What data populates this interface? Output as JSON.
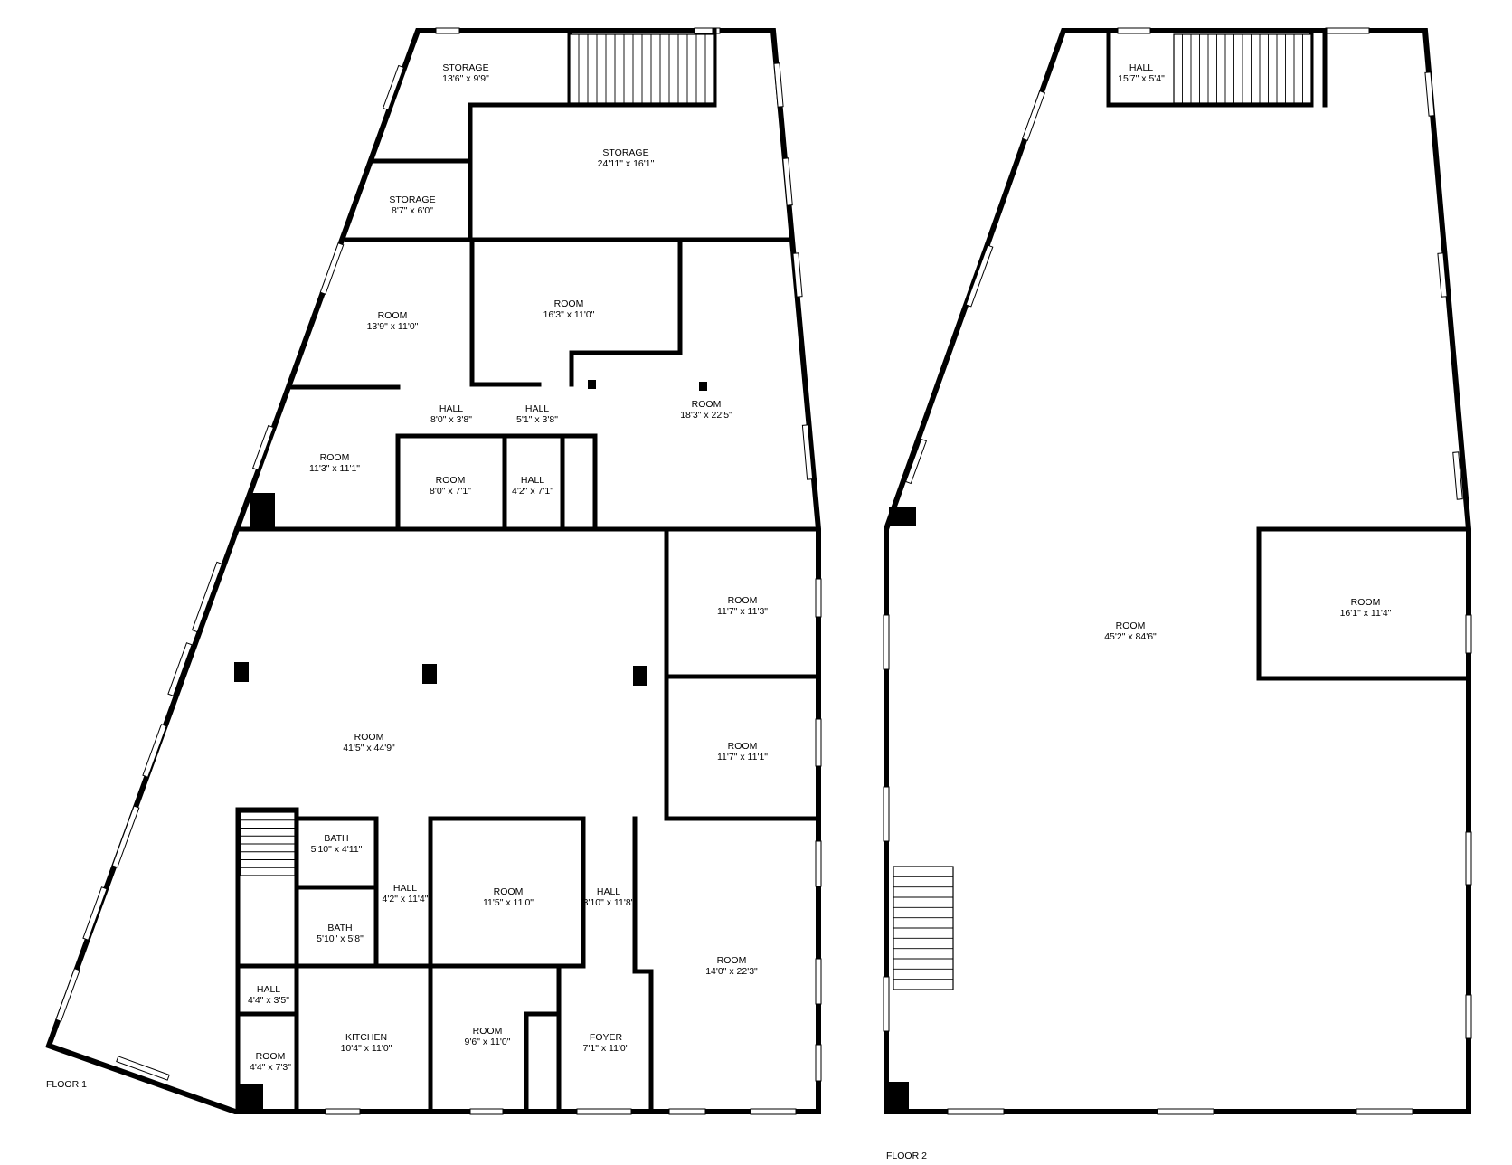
{
  "floors": [
    {
      "label": "FLOOR 1",
      "rooms": [
        {
          "name": "STORAGE",
          "size": "13'6\" x 9'9\""
        },
        {
          "name": "STORAGE",
          "size": "24'11\" x 16'1\""
        },
        {
          "name": "STORAGE",
          "size": "8'7\" x 6'0\""
        },
        {
          "name": "ROOM",
          "size": "13'9\" x 11'0\""
        },
        {
          "name": "ROOM",
          "size": "16'3\" x 11'0\""
        },
        {
          "name": "ROOM",
          "size": "18'3\" x 22'5\""
        },
        {
          "name": "HALL",
          "size": "8'0\" x 3'8\""
        },
        {
          "name": "HALL",
          "size": "5'1\" x 3'8\""
        },
        {
          "name": "ROOM",
          "size": "11'3\" x 11'1\""
        },
        {
          "name": "ROOM",
          "size": "8'0\" x 7'1\""
        },
        {
          "name": "HALL",
          "size": "4'2\" x 7'1\""
        },
        {
          "name": "ROOM",
          "size": "11'7\" x 11'3\""
        },
        {
          "name": "ROOM",
          "size": "41'5\" x 44'9\""
        },
        {
          "name": "ROOM",
          "size": "11'7\" x 11'1\""
        },
        {
          "name": "BATH",
          "size": "5'10\" x 4'11\""
        },
        {
          "name": "HALL",
          "size": "4'2\" x 11'4\""
        },
        {
          "name": "ROOM",
          "size": "11'5\" x 11'0\""
        },
        {
          "name": "HALL",
          "size": "3'10\" x 11'8\""
        },
        {
          "name": "BATH",
          "size": "5'10\" x 5'8\""
        },
        {
          "name": "ROOM",
          "size": "14'0\" x 22'3\""
        },
        {
          "name": "HALL",
          "size": "4'4\" x 3'5\""
        },
        {
          "name": "KITCHEN",
          "size": "10'4\" x 11'0\""
        },
        {
          "name": "ROOM",
          "size": "9'6\" x 11'0\""
        },
        {
          "name": "FOYER",
          "size": "7'1\" x 11'0\""
        },
        {
          "name": "ROOM",
          "size": "4'4\" x 7'3\""
        }
      ]
    },
    {
      "label": "FLOOR 2",
      "rooms": [
        {
          "name": "HALL",
          "size": "15'7\" x 5'4\""
        },
        {
          "name": "ROOM",
          "size": "45'2\" x 84'6\""
        },
        {
          "name": "ROOM",
          "size": "16'1\" x 11'4\""
        }
      ]
    }
  ]
}
